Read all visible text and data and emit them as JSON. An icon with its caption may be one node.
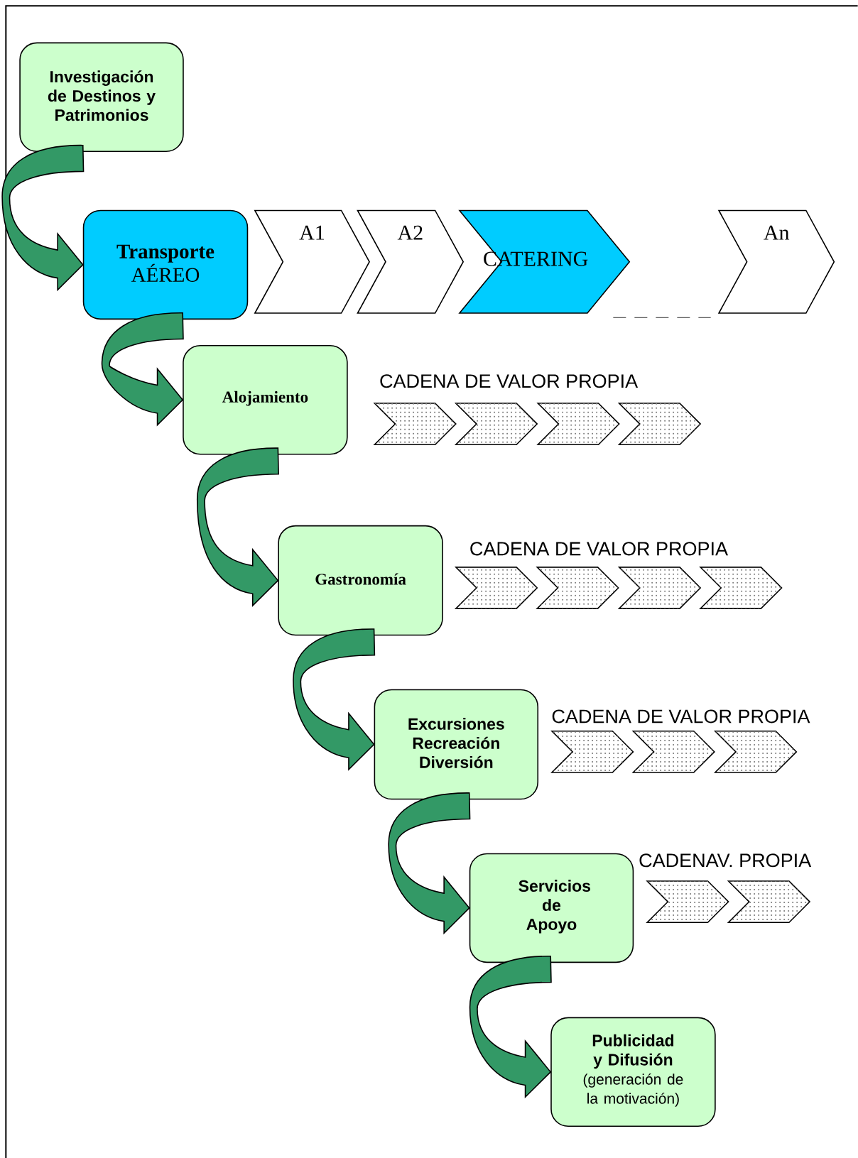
{
  "diagram": {
    "nodes": [
      {
        "text": [
          "Investigación de Destinos y Patrimonios"
        ]
      },
      {
        "text": [
          "**Transporte** AÉREO"
        ]
      },
      {
        "text": [
          "A1"
        ]
      },
      {
        "text": [
          "A2"
        ]
      },
      {
        "text": [
          "CATERING"
        ]
      },
      {
        "text": [
          "An"
        ]
      },
      {
        "text": [
          "Alojamiento"
        ]
      },
      {
        "text": [],
        "shape": "chevron"
      },
      {
        "text": [],
        "shape": "chevron"
      },
      {
        "text": [],
        "shape": "chevron"
      },
      {
        "text": [],
        "shape": "chevron"
      },
      {
        "text": [
          "Gastronomía"
        ]
      },
      {
        "text": [],
        "shape": "chevron"
      },
      {
        "text": [],
        "shape": "chevron"
      },
      {
        "text": [],
        "shape": "chevron"
      },
      {
        "text": [],
        "shape": "chevron"
      },
      {
        "text": [
          "Excursiones Recreación Diversión"
        ]
      },
      {
        "text": [],
        "shape": "chevron"
      },
      {
        "text": [],
        "shape": "chevron"
      },
      {
        "text": [],
        "shape": "chevron"
      },
      {
        "text": [
          "Servicios de Apoyo"
        ]
      },
      {
        "text": [],
        "shape": "chevron"
      },
      {
        "text": [],
        "shape": "chevron"
      },
      {
        "text": [
          "Publicidad y Difusión",
          "(generación de la motivación)"
        ]
      }
    ],
    "edges": [
      {
        "from": 0,
        "to": 1,
        "arrow": "to"
      },
      {
        "from": 1,
        "to": 6,
        "arrow": "to"
      },
      {
        "from": 6,
        "to": 11,
        "arrow": "to"
      },
      {
        "from": 11,
        "to": 16,
        "arrow": "to"
      },
      {
        "from": 16,
        "to": 20,
        "arrow": "to"
      },
      {
        "from": 20,
        "to": 23,
        "arrow": "to"
      }
    ],
    "labels": [
      "CADENA DE VALOR PROPIA",
      "CADENA DE VALOR PROPIA",
      "CADENA DE VALOR PROPIA",
      "CADENAV. PROPIA"
    ]
  }
}
